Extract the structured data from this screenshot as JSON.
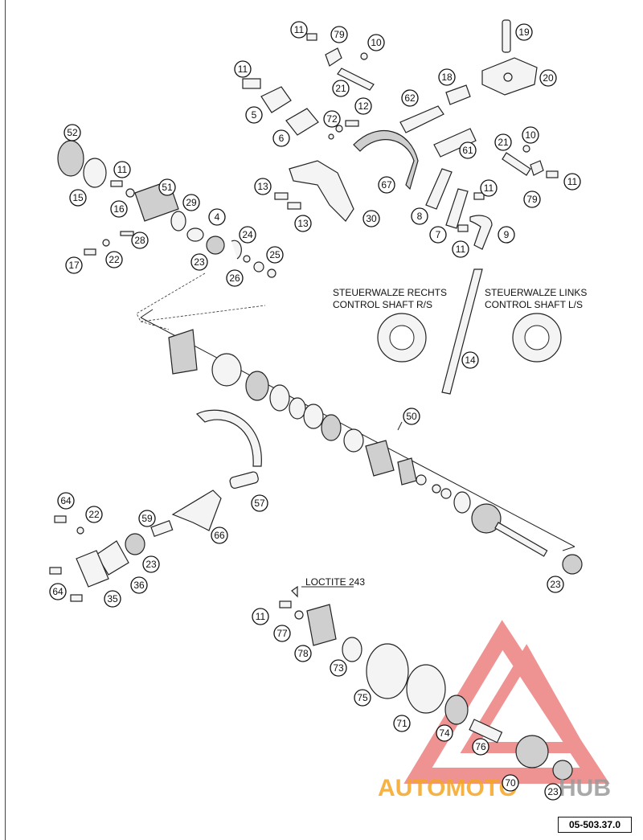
{
  "labels": {
    "control_shaft_right_de": "STEUERWALZE RECHTS",
    "control_shaft_right_en": "CONTROL SHAFT R/S",
    "control_shaft_left_de": "STEUERWALZE LINKS",
    "control_shaft_left_en": "CONTROL SHAFT L/S",
    "loctite": "LOCTITE 243",
    "reference": "05-503.37.0",
    "watermark_a": "AUTOMOTO",
    "watermark_b": "HUB"
  },
  "colors": {
    "watermark_red": "#e23a3a",
    "watermark_orange": "#f5a623",
    "watermark_gray": "#9b9b9b"
  },
  "callouts": [
    {
      "n": "11"
    },
    {
      "n": "79"
    },
    {
      "n": "10"
    },
    {
      "n": "19"
    },
    {
      "n": "20"
    },
    {
      "n": "11"
    },
    {
      "n": "21"
    },
    {
      "n": "18"
    },
    {
      "n": "62"
    },
    {
      "n": "5"
    },
    {
      "n": "12"
    },
    {
      "n": "72"
    },
    {
      "n": "6"
    },
    {
      "n": "10"
    },
    {
      "n": "21"
    },
    {
      "n": "61"
    },
    {
      "n": "52"
    },
    {
      "n": "11"
    },
    {
      "n": "51"
    },
    {
      "n": "15"
    },
    {
      "n": "16"
    },
    {
      "n": "29"
    },
    {
      "n": "4"
    },
    {
      "n": "13"
    },
    {
      "n": "67"
    },
    {
      "n": "79"
    },
    {
      "n": "11"
    },
    {
      "n": "11"
    },
    {
      "n": "8"
    },
    {
      "n": "13"
    },
    {
      "n": "30"
    },
    {
      "n": "7"
    },
    {
      "n": "9"
    },
    {
      "n": "11"
    },
    {
      "n": "28"
    },
    {
      "n": "24"
    },
    {
      "n": "17"
    },
    {
      "n": "22"
    },
    {
      "n": "23"
    },
    {
      "n": "25"
    },
    {
      "n": "26"
    },
    {
      "n": "14"
    },
    {
      "n": "50"
    },
    {
      "n": "57"
    },
    {
      "n": "64"
    },
    {
      "n": "22"
    },
    {
      "n": "59"
    },
    {
      "n": "66"
    },
    {
      "n": "23"
    },
    {
      "n": "36"
    },
    {
      "n": "64"
    },
    {
      "n": "35"
    },
    {
      "n": "23"
    },
    {
      "n": "11"
    },
    {
      "n": "77"
    },
    {
      "n": "78"
    },
    {
      "n": "73"
    },
    {
      "n": "75"
    },
    {
      "n": "71"
    },
    {
      "n": "74"
    },
    {
      "n": "76"
    },
    {
      "n": "70"
    },
    {
      "n": "23"
    }
  ]
}
